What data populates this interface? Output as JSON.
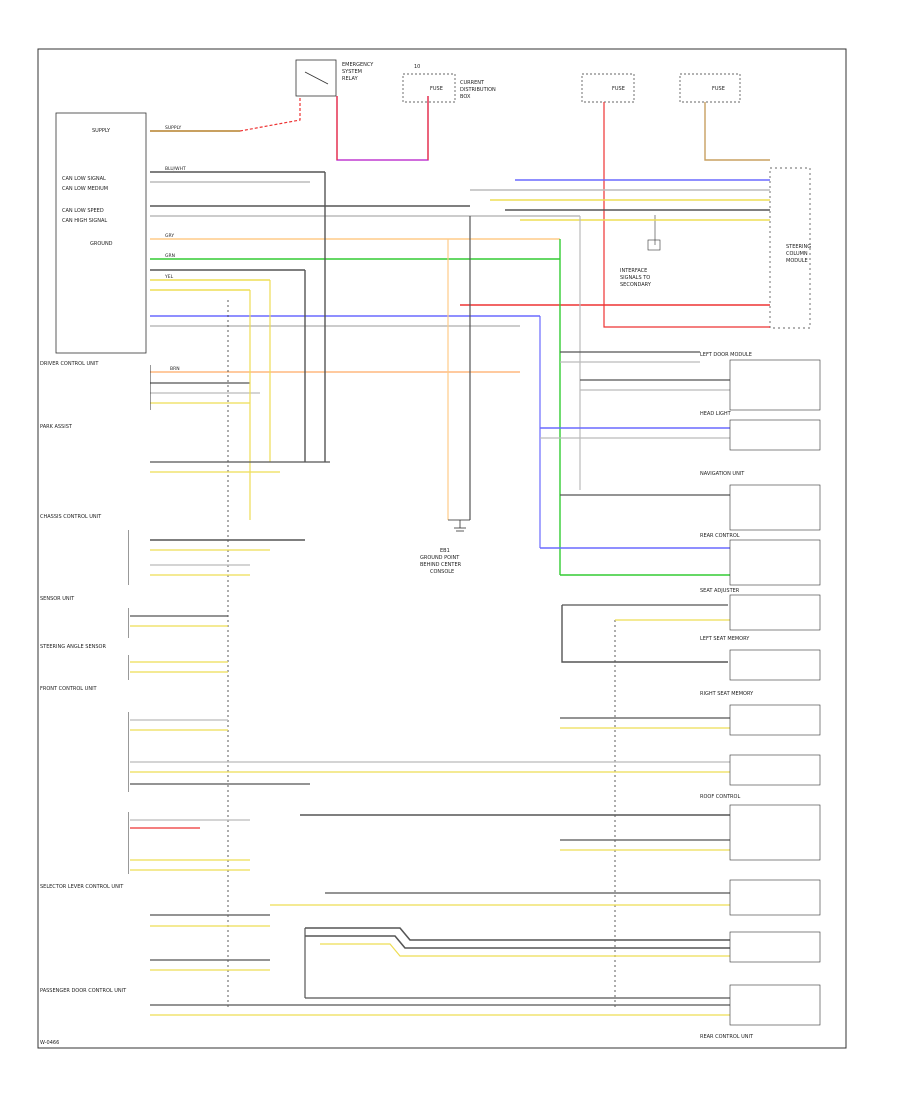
{
  "components": {
    "emergency_relay": [
      "EMERGENCY",
      "SYSTEM",
      "RELAY"
    ],
    "fuse_left": "FUSE",
    "fuse_left_num": "10",
    "fuse_mid": "FUSE",
    "fuse_right": "FUSE",
    "current_dist": [
      "CURRENT",
      "DISTRIBUTION",
      "BOX"
    ],
    "label_supply": "SUPPLY",
    "label_ground": "GROUND",
    "right_module": [
      "STEERING",
      "COLUMN",
      "MODULE"
    ],
    "center_note": [
      "INTERFACE",
      "SIGNALS TO",
      "SECONDARY"
    ],
    "bottom_ground_note": [
      "EB1",
      "GROUND POINT",
      "BEHIND CENTER",
      "CONSOLE"
    ],
    "footnote": "W-0466"
  },
  "left_units": [
    "CAN LOW SIGNAL",
    "CAN LOW MEDIUM",
    "CAN LOW SPEED",
    "CAN HIGH SIGNAL",
    "DRIVER CONTROL UNIT",
    "PARK ASSIST",
    "CHASSIS CONTROL UNIT",
    "SENSOR UNIT",
    "STEERING ANGLE SENSOR",
    "FRONT CONTROL UNIT",
    "SELECTOR LEVER CONTROL UNIT",
    "PASSENGER DOOR CONTROL UNIT"
  ],
  "right_units": [
    "LEFT DOOR MODULE",
    "HEAD LIGHT",
    "NAVIGATION UNIT",
    "REAR CONTROL",
    "SEAT ADJUSTER",
    "LEFT SEAT MEMORY",
    "RIGHT SEAT MEMORY",
    "ROOF CONTROL",
    "REAR CONTROL UNIT"
  ],
  "wire_labels": [
    "SUPPLY",
    "BLU/WHT",
    "GRY",
    "YEL",
    "BRN",
    "GRN"
  ]
}
